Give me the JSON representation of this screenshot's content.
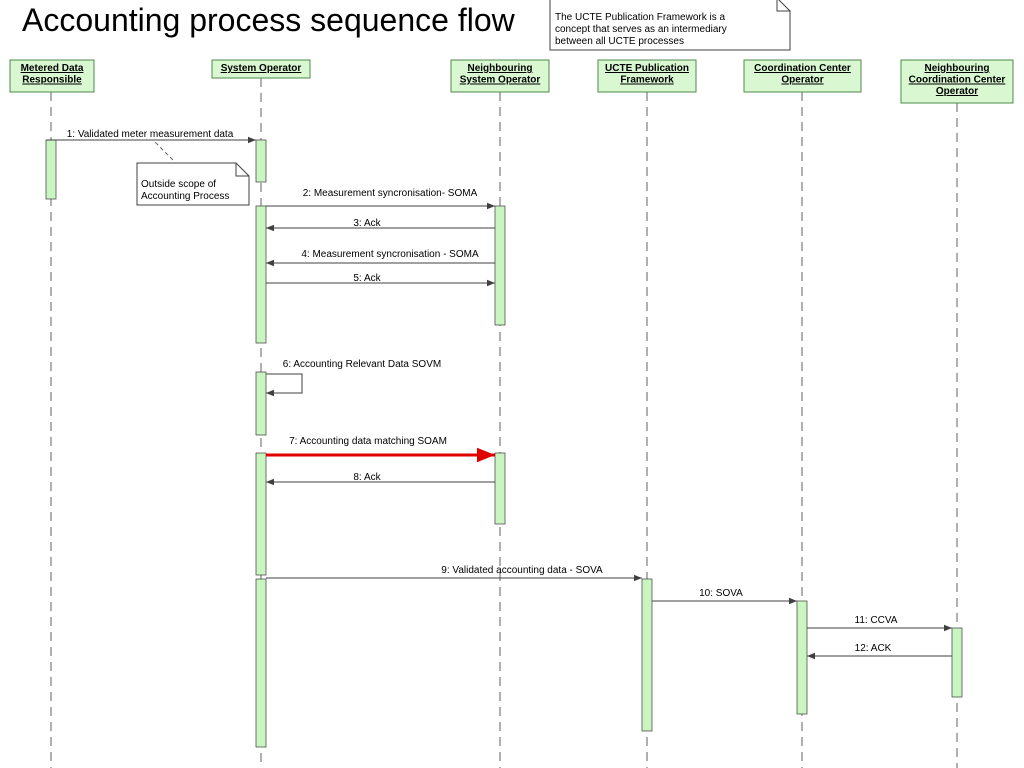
{
  "title": "Accounting process sequence flow",
  "colors": {
    "participant_fill": "#d9f7d0",
    "participant_border": "#4d8a4d",
    "activation_fill": "#c8f5c0",
    "line": "#404040",
    "highlight": "#e00000",
    "note_fill": "#ffffff"
  },
  "participants": [
    {
      "id": "mdr",
      "lines": [
        "Metered Data",
        "Responsible"
      ]
    },
    {
      "id": "so",
      "lines": [
        "System Operator"
      ]
    },
    {
      "id": "nso",
      "lines": [
        "Neighbouring",
        "System Operator"
      ]
    },
    {
      "id": "upf",
      "lines": [
        "UCTE Publication",
        "Framework"
      ]
    },
    {
      "id": "cco",
      "lines": [
        "Coordination Center",
        "Operator"
      ]
    },
    {
      "id": "ncco",
      "lines": [
        "Neighbouring",
        "Coordination Center",
        "Operator"
      ]
    }
  ],
  "messages": [
    {
      "label": "1: Validated meter measurement data",
      "from": "mdr",
      "to": "so"
    },
    {
      "label": "2: Measurement syncronisation- SOMA",
      "from": "so",
      "to": "nso"
    },
    {
      "label": "3: Ack",
      "from": "nso",
      "to": "so"
    },
    {
      "label": "4: Measurement syncronisation - SOMA",
      "from": "nso",
      "to": "so"
    },
    {
      "label": "5: Ack",
      "from": "so",
      "to": "nso"
    },
    {
      "label": "6: Accounting Relevant Data SOVM",
      "from": "so",
      "to": "so",
      "self": true
    },
    {
      "label": "7: Accounting data matching  SOAM",
      "from": "so",
      "to": "nso",
      "highlight": true
    },
    {
      "label": "8: Ack",
      "from": "nso",
      "to": "so"
    },
    {
      "label": "9: Validated accounting data - SOVA",
      "from": "so",
      "to": "upf"
    },
    {
      "label": "10: SOVA",
      "from": "upf",
      "to": "cco"
    },
    {
      "label": "11: CCVA",
      "from": "cco",
      "to": "ncco"
    },
    {
      "label": "12: ACK",
      "from": "ncco",
      "to": "cco"
    }
  ],
  "notes": [
    {
      "id": "upf-note",
      "lines": [
        "The UCTE Publication Framework is a",
        "concept that serves as an intermediary",
        "between all UCTE processes"
      ]
    },
    {
      "id": "scope-note",
      "lines": [
        "Outside scope of",
        "Accounting Process"
      ]
    }
  ]
}
